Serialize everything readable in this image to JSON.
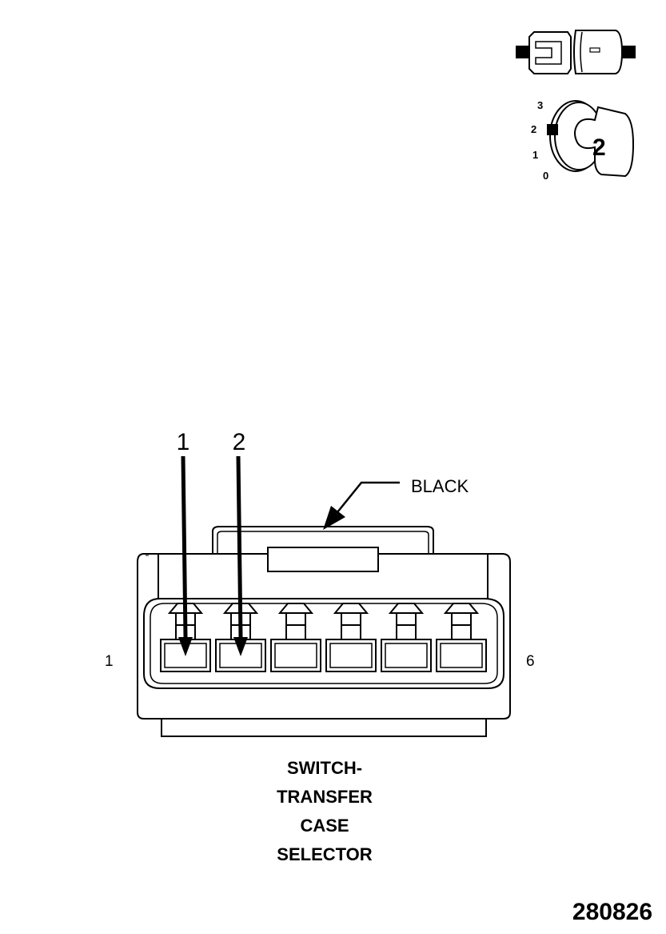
{
  "icon": {
    "positions": [
      "3",
      "2",
      "1",
      "0"
    ],
    "key_number": "2"
  },
  "callouts": [
    {
      "label": "1",
      "cavity": 1
    },
    {
      "label": "2",
      "cavity": 2
    }
  ],
  "connector": {
    "color_label": "BLACK",
    "cavity_count": 6,
    "end_labels": {
      "left": "1",
      "right": "6"
    }
  },
  "title_lines": [
    "SWITCH-",
    "TRANSFER",
    "CASE",
    "SELECTOR"
  ],
  "figure_number": "280826",
  "colors": {
    "line": "#000000",
    "background": "#ffffff"
  }
}
